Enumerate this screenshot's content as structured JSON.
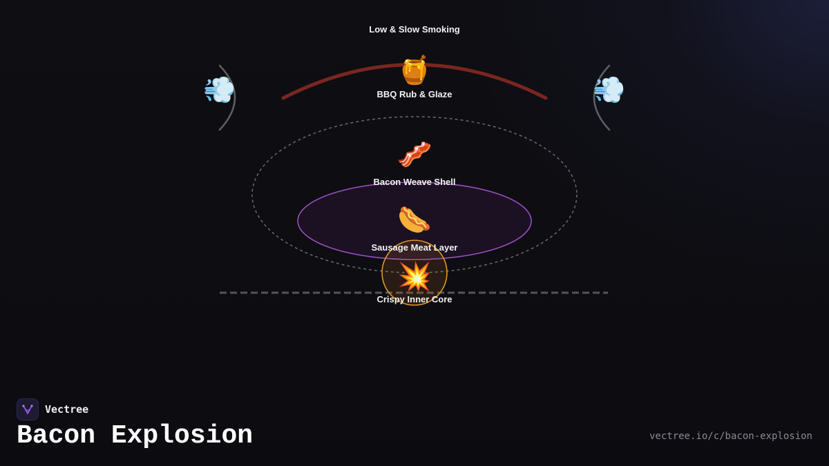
{
  "diagram": {
    "layers": [
      {
        "id": "smoking",
        "label": "Low & Slow Smoking",
        "icon": ""
      },
      {
        "id": "glaze",
        "label": "BBQ Rub & Glaze",
        "icon": "🍯"
      },
      {
        "id": "bacon",
        "label": "Bacon Weave Shell",
        "icon": "🥓"
      },
      {
        "id": "sausage",
        "label": "Sausage Meat Layer",
        "icon": "🌭"
      },
      {
        "id": "core",
        "label": "Crispy Inner Core",
        "icon": "💥"
      }
    ],
    "side_icons": {
      "left": "💨",
      "right": "💨"
    },
    "colors": {
      "glaze_arc": "#7a2620",
      "sausage_ring": "#9b4dbf",
      "core_ring": "#e0982a",
      "bacon_ring": "#6a6a70",
      "smoke_arc": "#5e5e66"
    }
  },
  "brand": {
    "name": "Vectree"
  },
  "footer": {
    "title": "Bacon Explosion",
    "url": "vectree.io/c/bacon-explosion"
  }
}
